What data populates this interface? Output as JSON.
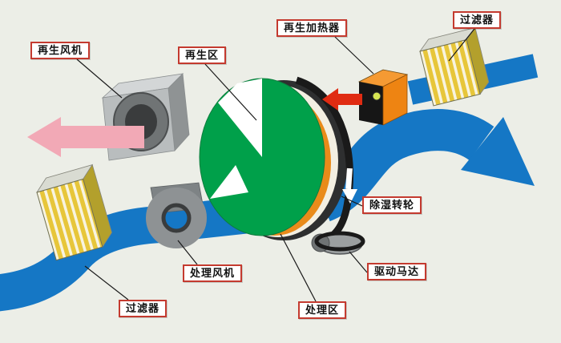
{
  "labels": [
    {
      "id": "regen-fan",
      "text": "再生风机"
    },
    {
      "id": "regen-zone",
      "text": "再生区"
    },
    {
      "id": "regen-heater",
      "text": "再生加热器"
    },
    {
      "id": "filter-top",
      "text": "过滤器"
    },
    {
      "id": "desiccant-wheel",
      "text": "除湿转轮"
    },
    {
      "id": "drive-motor",
      "text": "驱动马达"
    },
    {
      "id": "process-zone",
      "text": "处理区"
    },
    {
      "id": "process-fan",
      "text": "处理风机"
    },
    {
      "id": "filter-bottom",
      "text": "过滤器"
    }
  ],
  "colors": {
    "background": "#eceee7",
    "flow_blue": "#1577c5",
    "regen_pink": "#f2a9b6",
    "hot_red": "#e02b12",
    "wheel_green": "#00a04a",
    "wheel_orange": "#e98b1a",
    "heater_orange": "#ee8412",
    "filter_yellow": "#e7c63a",
    "label_border_red": "#c43a2f"
  }
}
